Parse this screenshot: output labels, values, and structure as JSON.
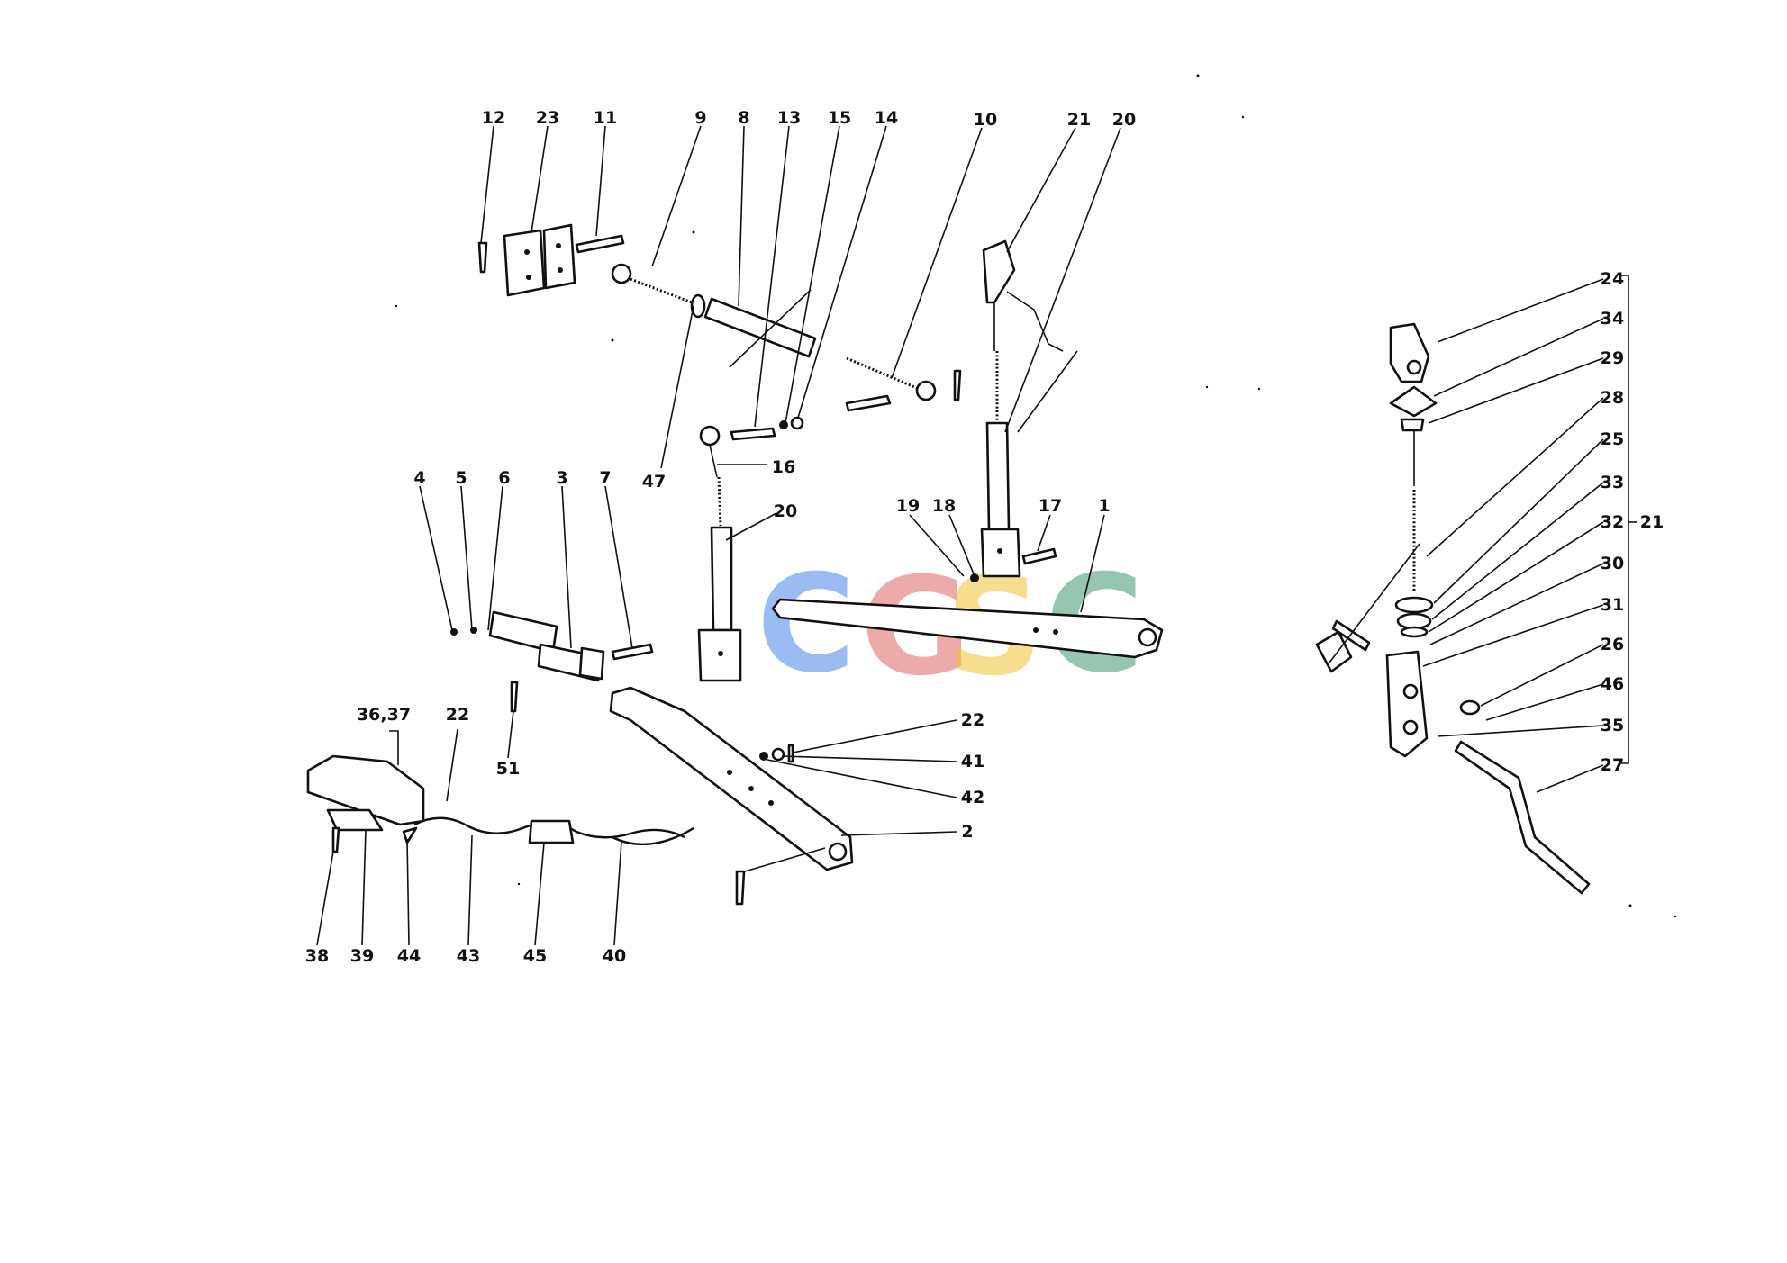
{
  "callouts": {
    "c12": "12",
    "c23": "23",
    "c11": "11",
    "c9": "9",
    "c8": "8",
    "c13": "13",
    "c15": "15",
    "c14": "14",
    "c10": "10",
    "c21a": "21",
    "c20a": "20",
    "c47": "47",
    "c16": "16",
    "c20b": "20",
    "c19": "19",
    "c18": "18",
    "c17": "17",
    "c1": "1",
    "c4": "4",
    "c5": "5",
    "c6": "6",
    "c3": "3",
    "c7": "7",
    "c51": "51",
    "c3637": "36,37",
    "c22a": "22",
    "c22b": "22",
    "c41": "41",
    "c42": "42",
    "c2": "2",
    "c38": "38",
    "c39": "39",
    "c44": "44",
    "c43": "43",
    "c45": "45",
    "c40": "40"
  },
  "detail_callouts": {
    "d24": "24",
    "d34": "34",
    "d29": "29",
    "d28": "28",
    "d25": "25",
    "d33": "33",
    "d32": "32",
    "d30": "30",
    "d31": "31",
    "d26": "26",
    "d46": "46",
    "d35": "35",
    "d27": "27",
    "group": "21"
  },
  "watermark": {
    "letters": [
      "C",
      "G",
      "S",
      "C"
    ],
    "colors": [
      "#4a86e8",
      "#e06666",
      "#f1c232",
      "#3d9970"
    ]
  }
}
